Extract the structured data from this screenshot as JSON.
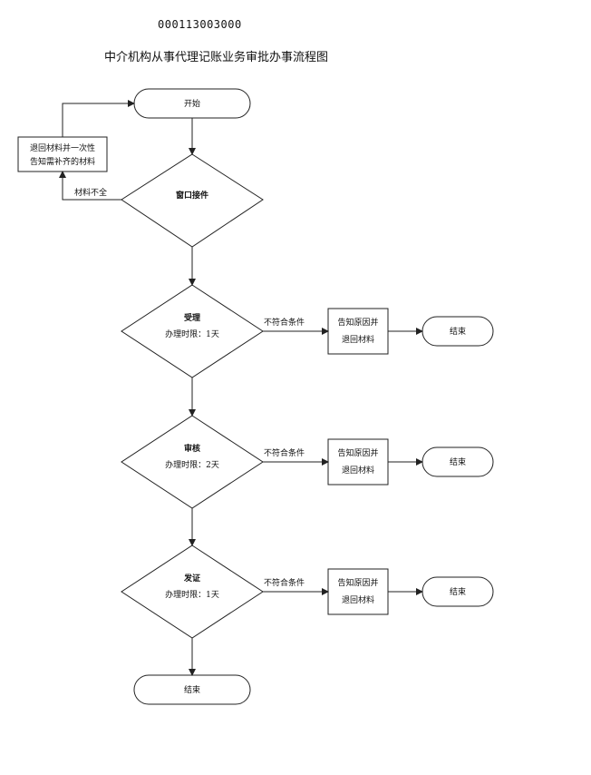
{
  "document": {
    "code": "000113003000",
    "title": "中介机构从事代理记账业务审批办事流程图"
  },
  "nodes": {
    "start": "开始",
    "return_box": {
      "line1": "退回材料并一次性",
      "line2": "告知需补齐的材料"
    },
    "window": "窗口接件",
    "accept": {
      "title": "受理",
      "limit": "办理时限：1天"
    },
    "review": {
      "title": "审核",
      "limit": "办理时限：2天"
    },
    "issue": {
      "title": "发证",
      "limit": "办理时限：1天"
    },
    "notify1": {
      "line1": "告知原因并",
      "line2": "退回材料"
    },
    "notify2": {
      "line1": "告知原因并",
      "line2": "退回材料"
    },
    "notify3": {
      "line1": "告知原因并",
      "line2": "退回材料"
    },
    "end1": "结束",
    "end2": "结束",
    "end3": "结束",
    "end_final": "结束"
  },
  "edges": {
    "incomplete": "材料不全",
    "not_met_1": "不符合条件",
    "not_met_2": "不符合条件",
    "not_met_3": "不符合条件"
  }
}
